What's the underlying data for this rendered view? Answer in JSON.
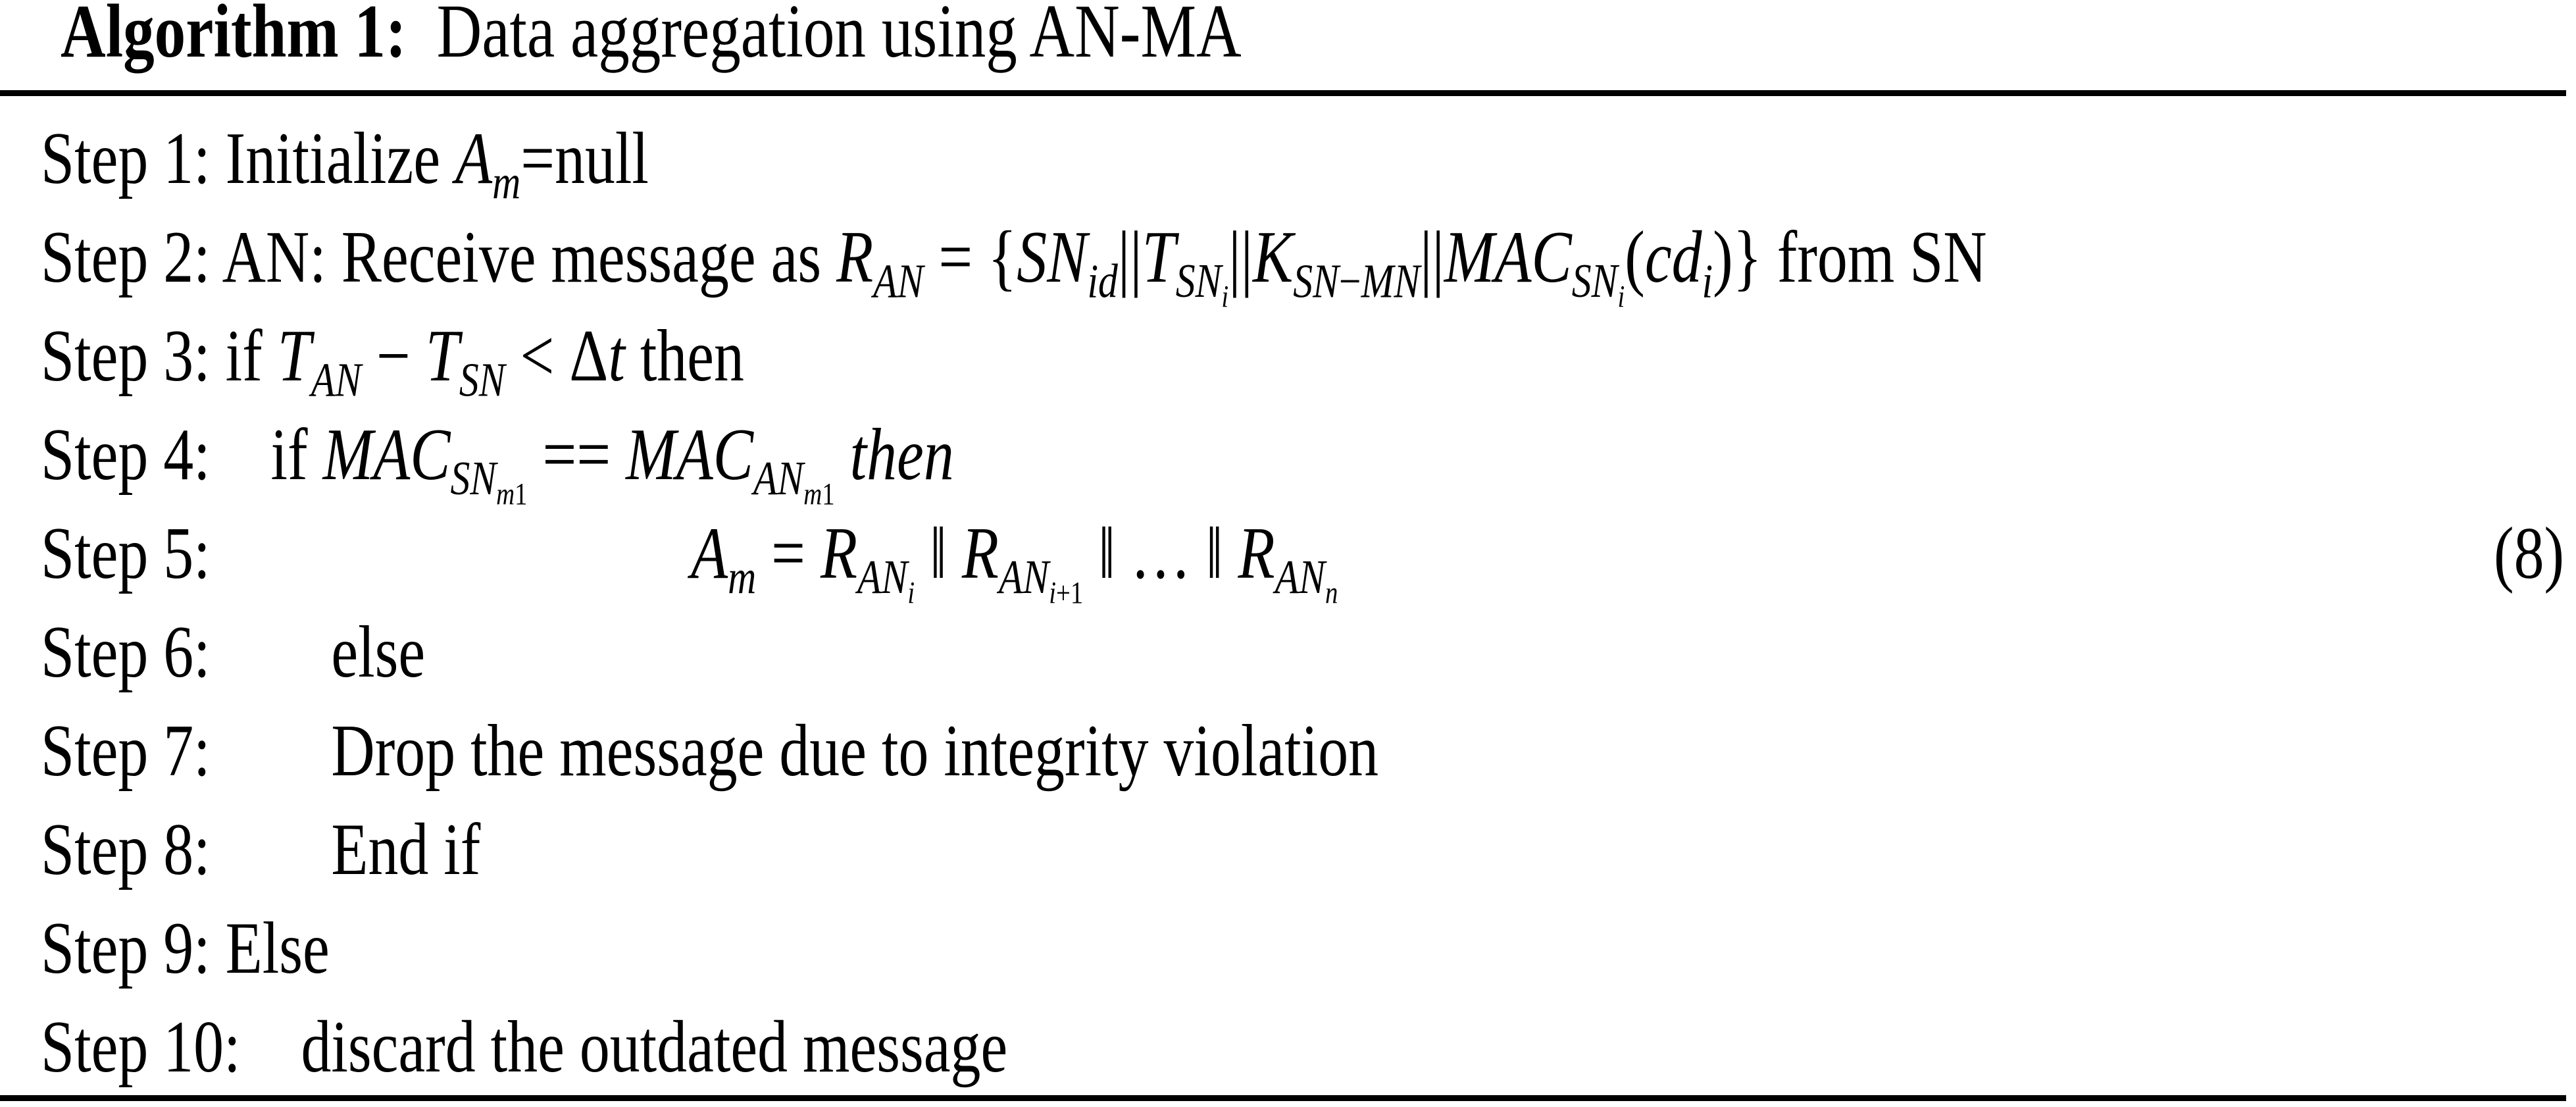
{
  "algorithm": {
    "label": "Algorithm 1:",
    "caption": "Data aggregation using AN-MA",
    "steps": [
      {
        "text": "Step 1: Initialize *A*_{*m*}=null"
      },
      {
        "text": "Step 2: AN: Receive message as *R*_{*AN*} = {*SN*_{*id*}||*T*_{*SN*_{*i*}}||*K*_{*SN*−*MN*}||*MAC*_{*SN*_{*i*}}(*cd*_{*i*})} from SN"
      },
      {
        "text": "Step 3: if *T*_{*AN*} − *T*_{*SN*} < Δ*t* then"
      },
      {
        "text": "Step 4:  if *MAC*_{*SN*_{*m*1}} == *MAC*_{*AN*_{*m*1}} *then*"
      },
      {
        "text": "Step 5:",
        "equation": "*A*_{*m*} = *R*_{*AN*_{*i*}} ‖ *R*_{*AN*_{*i*+1}} ‖ … ‖ *R*_{*AN*_{*n*}}",
        "eq_number": "(8)"
      },
      {
        "text": "Step 6:  else"
      },
      {
        "text": "Step 7:  Drop the message due to integrity violation"
      },
      {
        "text": "Step 8:  End if"
      },
      {
        "text": "Step 9: Else"
      },
      {
        "text": "Step 10: discard the outdated message"
      }
    ]
  }
}
